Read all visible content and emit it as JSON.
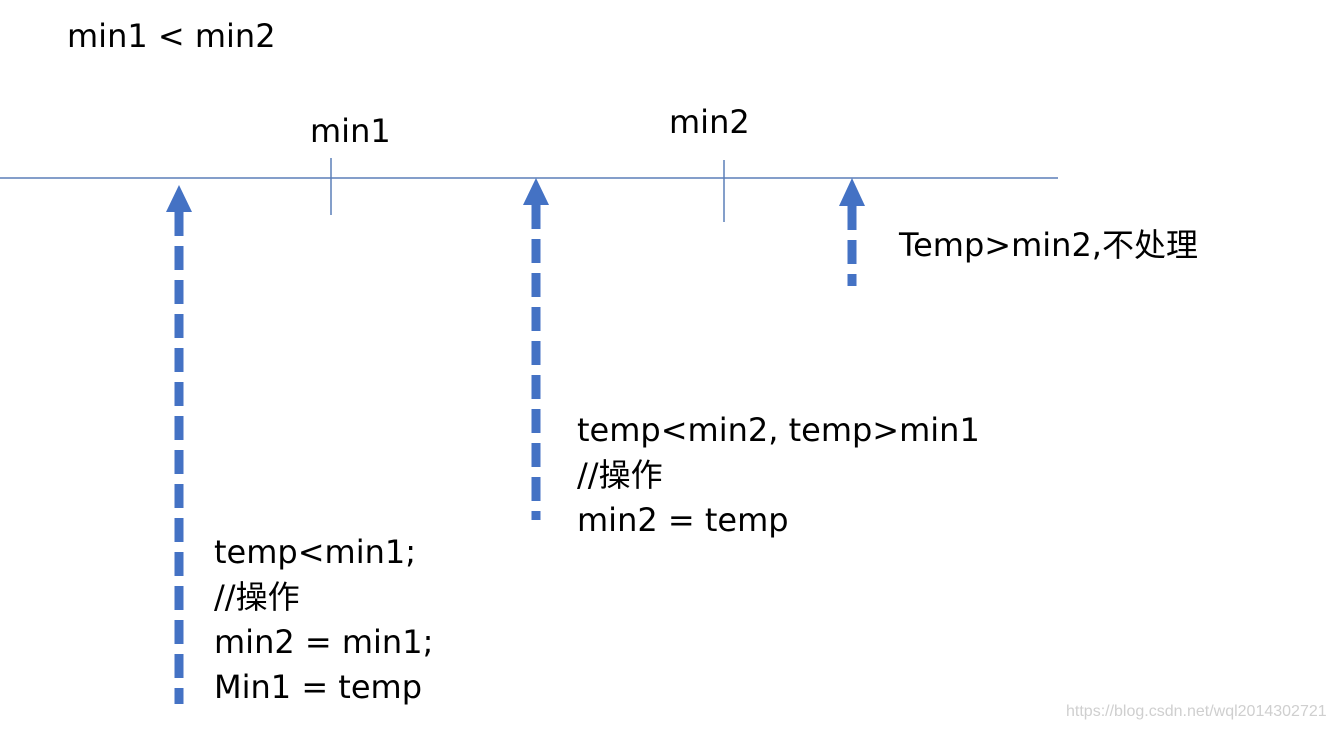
{
  "title": "min1 < min2",
  "axis": {
    "ticks": [
      {
        "label": "min1"
      },
      {
        "label": "min2"
      }
    ]
  },
  "arrows": {
    "left": {
      "lines": [
        "temp<min1;",
        "//操作",
        "min2 = min1;",
        "Min1 = temp"
      ]
    },
    "middle": {
      "lines": [
        "temp<min2, temp>min1",
        "//操作",
        "min2 = temp"
      ]
    },
    "right": {
      "lines": [
        "Temp>min2,不处理"
      ]
    }
  },
  "colors": {
    "axis_line": "#5b7fb8",
    "arrow": "#4472c4",
    "text": "#000000"
  },
  "watermark": "https://blog.csdn.net/wql2014302721"
}
